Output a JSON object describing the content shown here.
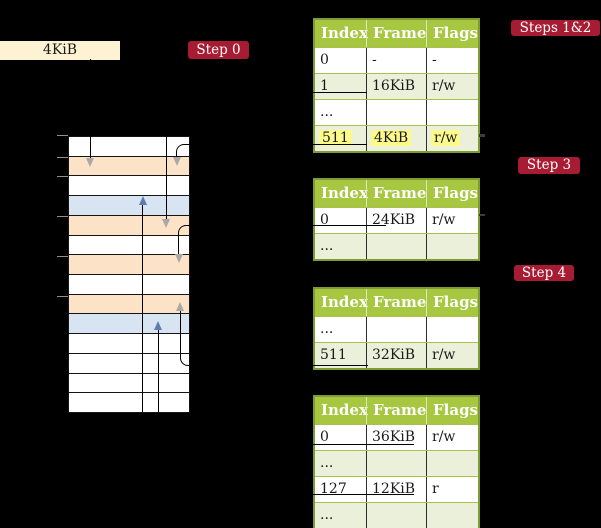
{
  "size_box": {
    "label": "4KiB"
  },
  "badges": {
    "step0": "Step 0",
    "steps12": "Steps 1&2",
    "step3": "Step 3",
    "step4": "Step 4"
  },
  "page_tables": [
    {
      "name": "page-table-step-1-2",
      "headers": [
        "Index",
        "Frame",
        "Flags"
      ],
      "rows": [
        {
          "cells": [
            "0",
            "-",
            "-"
          ],
          "shade": "white",
          "highlight": false
        },
        {
          "cells": [
            "1",
            "16KiB",
            "r/w"
          ],
          "shade": "green",
          "highlight": false
        },
        {
          "cells": [
            "...",
            "",
            ""
          ],
          "shade": "white",
          "highlight": false
        },
        {
          "cells": [
            "511",
            "4KiB",
            "r/w"
          ],
          "shade": "green",
          "highlight": true
        }
      ]
    },
    {
      "name": "page-table-step-3",
      "headers": [
        "Index",
        "Frame",
        "Flags"
      ],
      "rows": [
        {
          "cells": [
            "0",
            "24KiB",
            "r/w"
          ],
          "shade": "white",
          "highlight": false
        },
        {
          "cells": [
            "...",
            "",
            ""
          ],
          "shade": "green",
          "highlight": false
        }
      ]
    },
    {
      "name": "page-table-step-4",
      "headers": [
        "Index",
        "Frame",
        "Flags"
      ],
      "rows": [
        {
          "cells": [
            "...",
            "",
            ""
          ],
          "shade": "white",
          "highlight": false
        },
        {
          "cells": [
            "511",
            "32KiB",
            "r/w"
          ],
          "shade": "green",
          "highlight": false
        }
      ]
    },
    {
      "name": "page-table-leaf",
      "headers": [
        "Index",
        "Frame",
        "Flags"
      ],
      "rows": [
        {
          "cells": [
            "0",
            "36KiB",
            "r/w"
          ],
          "shade": "white",
          "highlight": false
        },
        {
          "cells": [
            "...",
            "",
            ""
          ],
          "shade": "green",
          "highlight": false
        },
        {
          "cells": [
            "127",
            "12KiB",
            "r"
          ],
          "shade": "white",
          "highlight": false
        },
        {
          "cells": [
            "...",
            "",
            ""
          ],
          "shade": "green",
          "highlight": false
        }
      ]
    }
  ],
  "memory_map": {
    "row_colors": [
      "white",
      "orange",
      "white",
      "blue",
      "orange",
      "white",
      "orange",
      "white",
      "orange",
      "blue",
      "white",
      "white",
      "white",
      "white"
    ],
    "tick_positions_y": [
      134.5,
      156.5,
      175.5,
      215.5,
      255.5,
      295.5
    ]
  },
  "colors": {
    "badge_red": "#a81c33",
    "table_header_green": "#a6c73f",
    "table_border_green": "#7e9c31",
    "row_stripe_green": "#ebf0da",
    "frame_orange": "#fce3c8",
    "frame_blue": "#d9e4f3",
    "highlight_yellow": "#fdfa8c",
    "size_box_cream": "#fdf3d2",
    "connector_gray": "#bcbcbc",
    "connector_blue": "#8197c3"
  }
}
